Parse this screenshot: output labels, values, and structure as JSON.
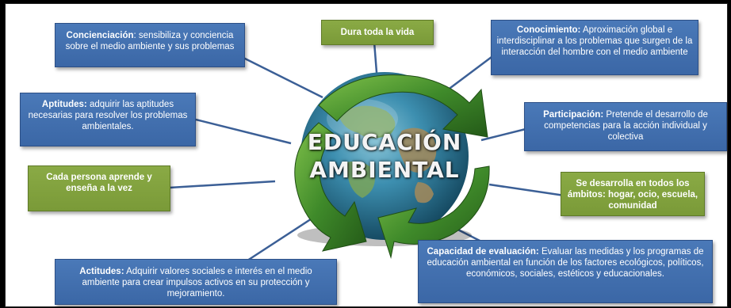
{
  "center": {
    "title_line1": "EDUCACIÓN",
    "title_line2": "AMBIENTAL"
  },
  "boxes": {
    "concienciacion": {
      "heading": "Concienciación",
      "text": ": sensibiliza y conciencia sobre el medio ambiente y sus problemas"
    },
    "dura": {
      "text": "Dura toda la vida"
    },
    "conocimiento": {
      "heading": "Conocimiento:",
      "text": " Aproximación global e interdisciplinar a los problemas que surgen de la interacción del hombre con el medio ambiente"
    },
    "aptitudes": {
      "heading": "Aptitudes:",
      "text": " adquirir las aptitudes necesarias para resolver los problemas ambientales."
    },
    "participacion": {
      "heading": "Participación:",
      "text": " Pretende el desarrollo de competencias para la acción individual y colectiva"
    },
    "cada_persona": {
      "text": "Cada persona aprende y enseña a la vez"
    },
    "se_desarrolla": {
      "text": "Se desarrolla en todos los ámbitos: hogar, ocio, escuela, comunidad"
    },
    "actitudes": {
      "heading": "Actitudes:",
      "text": " Adquirir valores sociales e interés en el medio ambiente para crear impulsos activos en su protección y mejoramiento."
    },
    "capacidad": {
      "heading": "Capacidad de evaluación:",
      "text": " Evaluar las medidas y los programas de educación ambiental en función de los factores ecológicos, políticos, económicos, sociales, estéticos y educacionales."
    }
  },
  "colors": {
    "blue_box": "#3b67a6",
    "green_box": "#7a9a38",
    "connector": "#3b5f96",
    "ocean": "#2f7fa0",
    "leaf_green": "#3f8a2a"
  }
}
